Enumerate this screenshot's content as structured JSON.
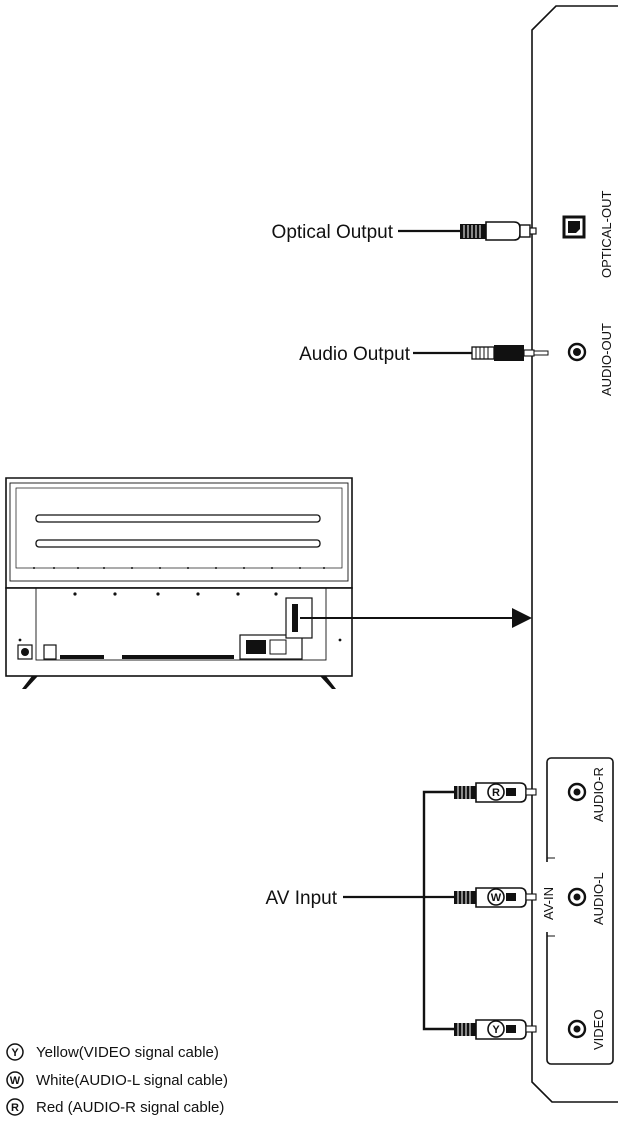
{
  "labels": {
    "optical_output": "Optical Output",
    "audio_output": "Audio Output",
    "av_input": "AV Input"
  },
  "ports": {
    "optical_out": "OPTICAL-OUT",
    "audio_out": "AUDIO-OUT",
    "av_in": "AV-IN",
    "audio_r": "AUDIO-R",
    "audio_l": "AUDIO-L",
    "video": "VIDEO"
  },
  "plug_letters": {
    "red": "R",
    "white": "W",
    "yellow": "Y"
  },
  "legend": [
    {
      "letter": "Y",
      "text": "Yellow(VIDEO signal cable)"
    },
    {
      "letter": "W",
      "text": "White(AUDIO-L signal cable)"
    },
    {
      "letter": "R",
      "text": "Red (AUDIO-R signal cable)"
    }
  ]
}
